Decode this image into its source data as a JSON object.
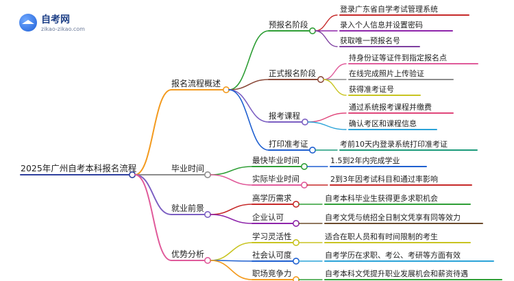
{
  "logo": {
    "title": "自考网",
    "url": "zikao-zikao.com"
  },
  "root": {
    "label": "2025年广州自考本科报名流程",
    "color": "#2e3f9e"
  },
  "branches": [
    {
      "label": "报名流程概述",
      "color": "#f39a1e",
      "children": [
        {
          "label": "预报名阶段",
          "color": "#2e9e35",
          "leaves": [
            {
              "label": "登录广东省自学考试管理系统",
              "color": "#c62828"
            },
            {
              "label": "录入个人信息并设置密码",
              "color": "#8e24aa"
            },
            {
              "label": "获取唯一预报名号",
              "color": "#7e3fa0"
            }
          ]
        },
        {
          "label": "正式报名阶段",
          "color": "#8b4a3a",
          "leaves": [
            {
              "label": "持身份证等证件到指定报名点",
              "color": "#e05a9a"
            },
            {
              "label": "在线完成照片上传验证",
              "color": "#8c8c8c"
            },
            {
              "label": "获得准考证号",
              "color": "#c8c420"
            }
          ]
        },
        {
          "label": "报考课程",
          "color": "#7b5ec2",
          "leaves": [
            {
              "label": "通过系统报考课程并缴费",
              "color": "#e0457a"
            },
            {
              "label": "确认考区和课程信息",
              "color": "#2aa3d8"
            }
          ]
        },
        {
          "label": "打印准考证",
          "color": "#1e5fd0",
          "leaves": [
            {
              "label": "考前10天内登录系统打印准考证",
              "color": "#1a9a7a"
            }
          ]
        }
      ]
    },
    {
      "label": "毕业时间",
      "color": "#8c8c8c",
      "children": [
        {
          "label": "最快毕业时间",
          "color": "#2e9e35",
          "leaves": [
            {
              "label": "1.5到2年内完成学业",
              "color": "#1e5fd0"
            }
          ]
        },
        {
          "label": "实际毕业时间",
          "color": "#e05a9a",
          "leaves": [
            {
              "label": "2到3年因考试科目和通过率影响",
              "color": "#c62828"
            }
          ]
        }
      ]
    },
    {
      "label": "就业前景",
      "color": "#7b5ec2",
      "children": [
        {
          "label": "高学历需求",
          "color": "#c62828",
          "leaves": [
            {
              "label": "自考本科毕业生获得更多求职机会",
              "color": "#2e9e35"
            }
          ]
        },
        {
          "label": "企业认可",
          "color": "#8e24aa",
          "leaves": [
            {
              "label": "自考文凭与统招全日制文凭享有同等效力",
              "color": "#6b4a2a"
            }
          ]
        }
      ]
    },
    {
      "label": "优势分析",
      "color": "#e05a9a",
      "children": [
        {
          "label": "学习灵活性",
          "color": "#c8c420",
          "leaves": [
            {
              "label": "适合在职人员和有时间限制的考生",
              "color": "#c8c420"
            }
          ]
        },
        {
          "label": "社会认可度",
          "color": "#1e5fd0",
          "leaves": [
            {
              "label": "自考学历在求职、考公、考研等方面有效",
              "color": "#2aa3d8"
            }
          ]
        },
        {
          "label": "职场竞争力",
          "color": "#f39a1e",
          "leaves": [
            {
              "label": "自考本科文凭提升职业发展机会和薪资待遇",
              "color": "#2e9e35"
            }
          ]
        }
      ]
    }
  ]
}
